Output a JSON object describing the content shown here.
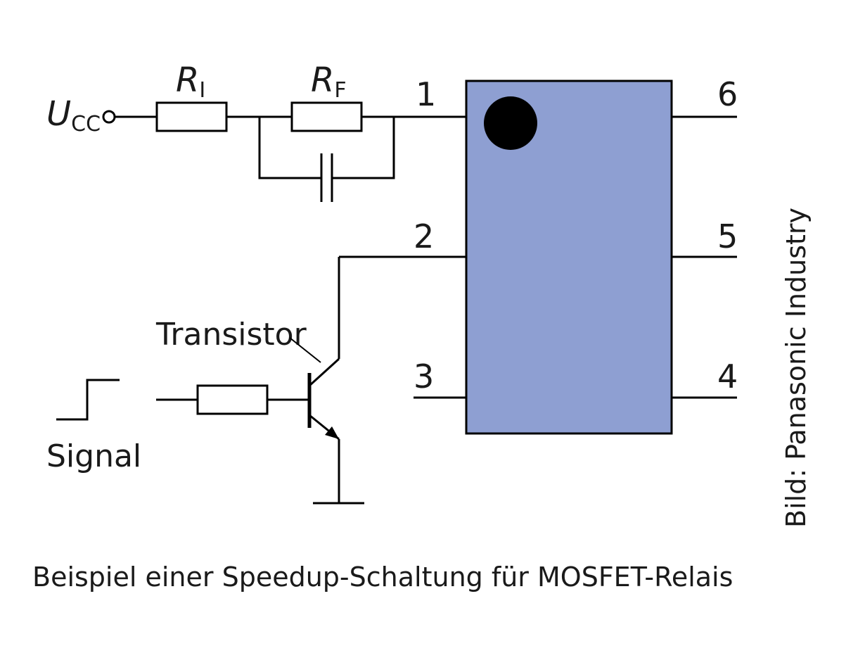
{
  "colors": {
    "chip_fill": "#8e9fd2",
    "line": "#000000",
    "text": "#1a1a1a",
    "background": "#ffffff"
  },
  "labels": {
    "supply": {
      "main": "U",
      "sub": "CC"
    },
    "resistor_i": {
      "main": "R",
      "sub": "I"
    },
    "resistor_f": {
      "main": "R",
      "sub": "F"
    },
    "transistor": "Transistor",
    "signal": "Signal",
    "credit": "Bild: Panasonic Industry",
    "caption": "Beispiel einer Speedup-Schaltung für MOSFET-Relais"
  },
  "pins": {
    "p1": "1",
    "p2": "2",
    "p3": "3",
    "p4": "4",
    "p5": "5",
    "p6": "6"
  },
  "icons": {
    "pin1_marker": "filled-circle",
    "supply_terminal": "open-circle-terminal",
    "ground": "ground-bar"
  }
}
